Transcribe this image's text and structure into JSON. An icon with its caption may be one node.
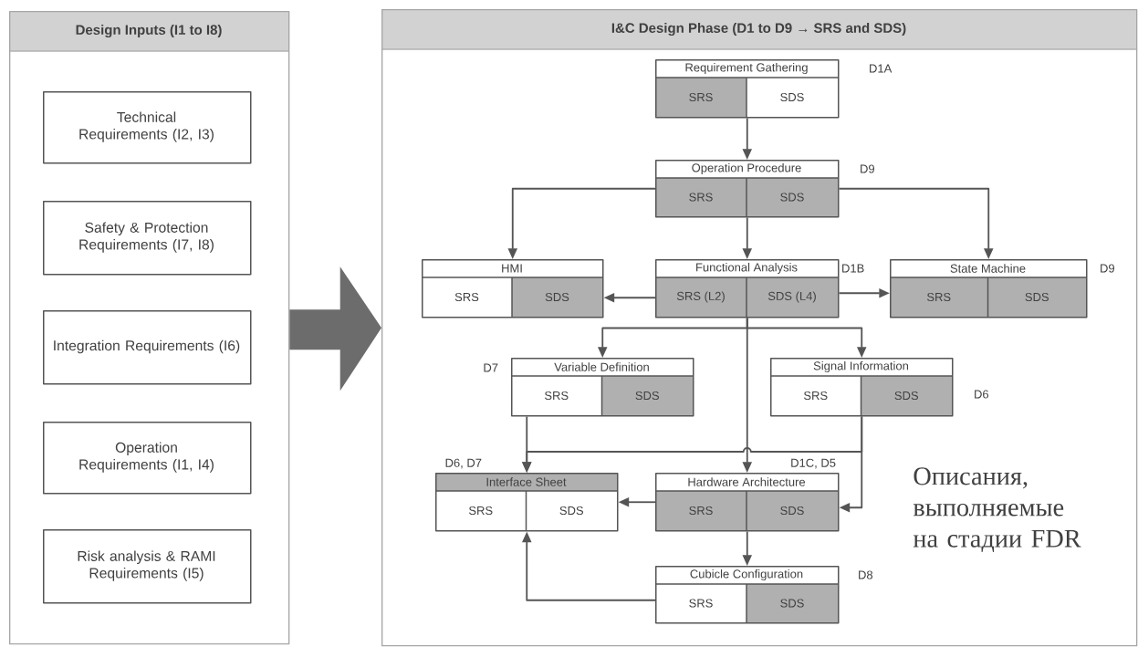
{
  "diagram": {
    "nodes": [
      {
        "text": [
          "Design Inputs (I1 to I8)"
        ]
      },
      {
        "text": [
          "Technical Requirements (I2, I3)"
        ],
        "in": 0
      },
      {
        "text": [
          "Safety & Protection Requirements (I7, I8)"
        ],
        "in": 0
      },
      {
        "text": [
          "Integration Requirements (I6)"
        ],
        "in": 0
      },
      {
        "text": [
          "Operation Requirements (I1, I4)"
        ],
        "in": 0
      },
      {
        "text": [
          "Risk analysis & RAMI Requirements (I5)"
        ],
        "in": 0
      },
      {
        "text": [
          "I&C Design Phase (D1 to D9 → SRS and SDS)"
        ]
      },
      {
        "text": [
          "Requirement Gathering",
          "SRS",
          "SDS"
        ],
        "beside": [
          "D1A"
        ],
        "in": 6
      },
      {
        "text": [
          "Operation Procedure",
          "SRS",
          "SDS"
        ],
        "beside": [
          "D9"
        ],
        "in": 6
      },
      {
        "text": [
          "HMI",
          "SRS",
          "SDS"
        ],
        "in": 6
      },
      {
        "text": [
          "Functional Analysis",
          "SRS (L2)",
          "SDS (L4)"
        ],
        "beside": [
          "D1B"
        ],
        "in": 6
      },
      {
        "text": [
          "State Machine",
          "SRS",
          "SDS"
        ],
        "beside": [
          "D9"
        ],
        "in": 6
      },
      {
        "text": [
          "Variable Definition",
          "SRS",
          "SDS"
        ],
        "beside": [
          "D7"
        ],
        "in": 6
      },
      {
        "text": [
          "Signal Information",
          "SRS",
          "SDS"
        ],
        "beside": [
          "D6"
        ],
        "in": 6
      },
      {
        "text": [
          "Interface Sheet",
          "SRS",
          "SDS"
        ],
        "beside": [
          "D6, D7"
        ],
        "in": 6
      },
      {
        "text": [
          "Hardware Architecture",
          "SRS",
          "SDS"
        ],
        "beside": [
          "D1C, D5"
        ],
        "in": 6
      },
      {
        "text": [
          "Cubicle Configuration",
          "SRS",
          "SDS"
        ],
        "beside": [
          "D8"
        ],
        "in": 6
      }
    ],
    "edges": [
      {
        "from": 0,
        "to": 6,
        "arrow": "to",
        "style": "thick"
      },
      {
        "from": 7,
        "to": 8,
        "arrow": "to"
      },
      {
        "from": 8,
        "to": 9,
        "arrow": "to"
      },
      {
        "from": 8,
        "to": 10,
        "arrow": "to"
      },
      {
        "from": 8,
        "to": 11,
        "arrow": "to"
      },
      {
        "from": 10,
        "to": 9,
        "arrow": "to"
      },
      {
        "from": 10,
        "to": 11,
        "arrow": "to"
      },
      {
        "from": 10,
        "to": 12,
        "arrow": "to"
      },
      {
        "from": 10,
        "to": 13,
        "arrow": "to"
      },
      {
        "from": 10,
        "to": 15,
        "arrow": "to"
      },
      {
        "from": 12,
        "to": 14,
        "arrow": "to"
      },
      {
        "from": 13,
        "to": 14,
        "arrow": "to"
      },
      {
        "from": 13,
        "to": 15,
        "arrow": "to"
      },
      {
        "from": 15,
        "to": 14,
        "arrow": "to"
      },
      {
        "from": 15,
        "to": 16,
        "arrow": "to"
      },
      {
        "from": 16,
        "to": 14,
        "arrow": "to"
      }
    ],
    "labels": [
      "Описания, выполняемые на стадии FDR"
    ]
  }
}
